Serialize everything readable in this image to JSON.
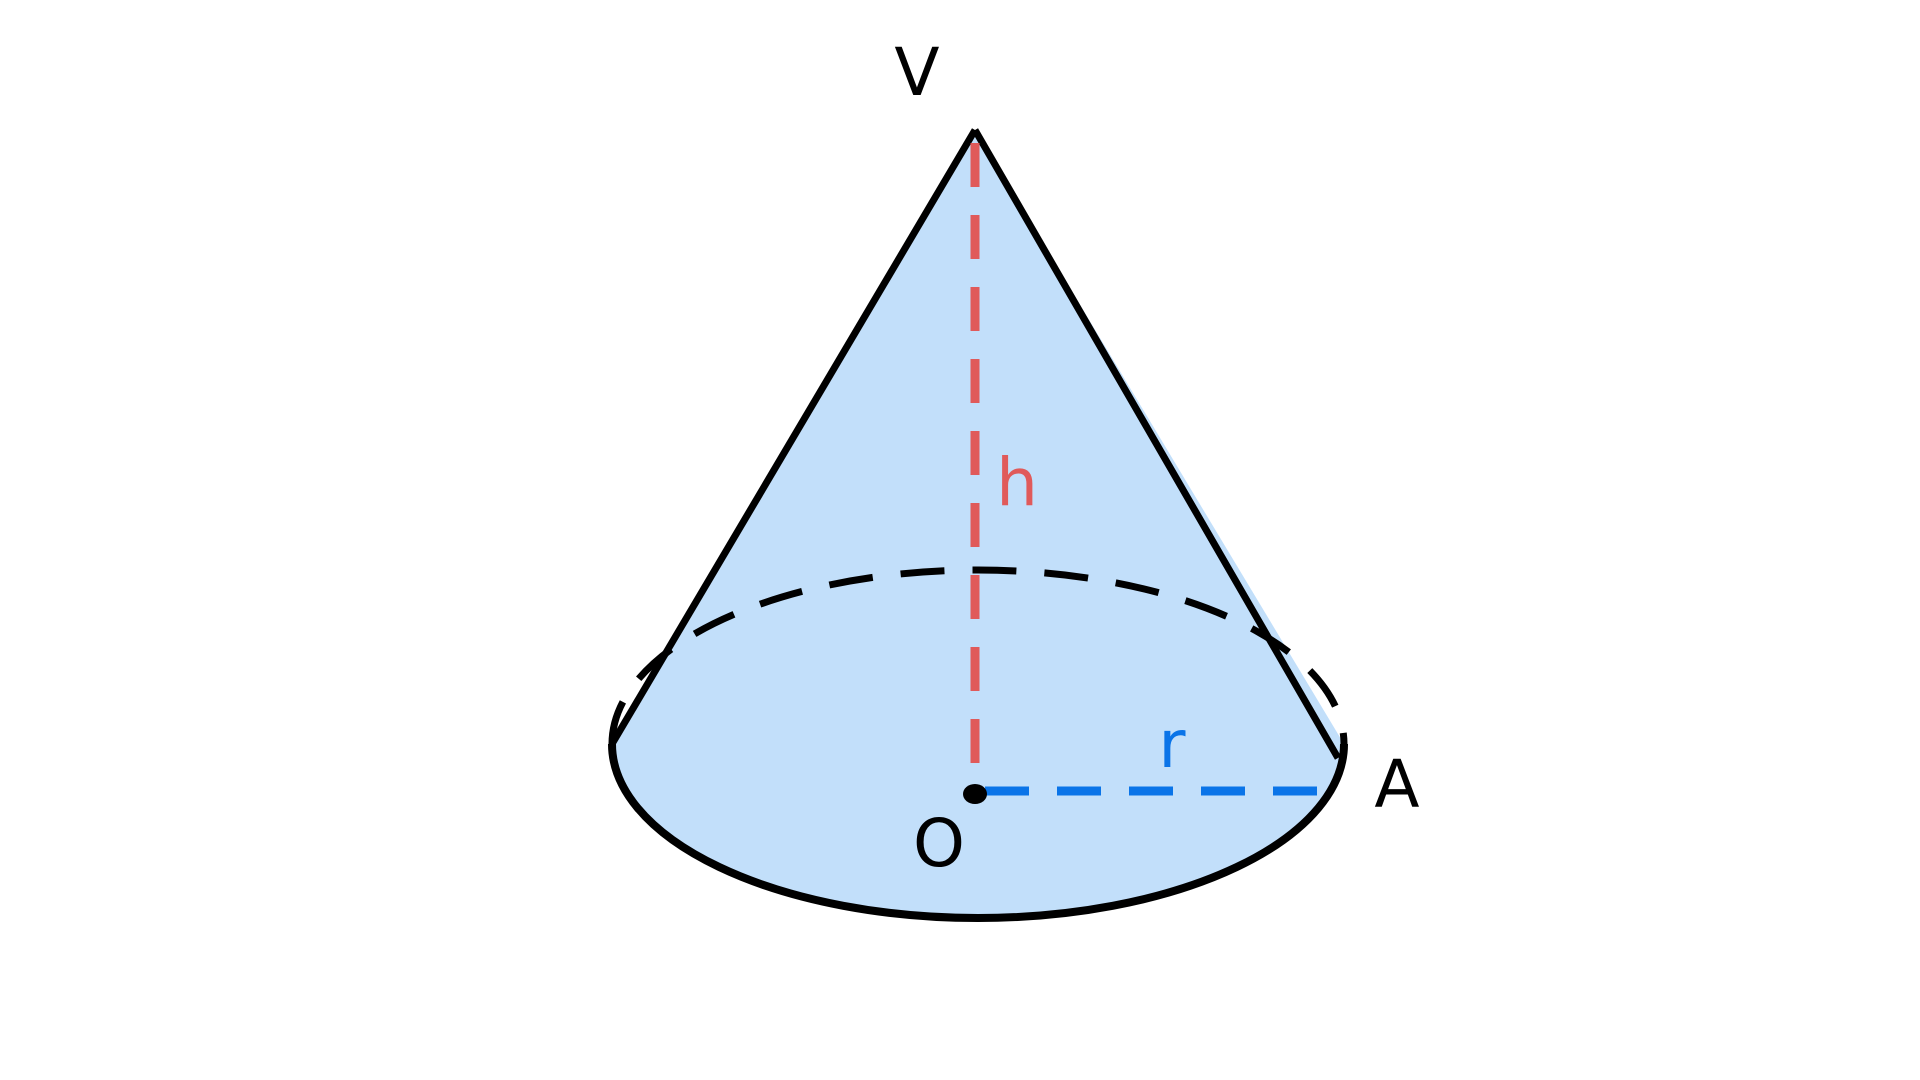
{
  "labels": {
    "vertex": "V",
    "center": "O",
    "point": "A",
    "height": "h",
    "radius": "r"
  },
  "colors": {
    "fill": "#c2dffa",
    "outline": "#000000",
    "height": "#e05a5a",
    "radius": "#0a74e8",
    "text": "#000000"
  }
}
